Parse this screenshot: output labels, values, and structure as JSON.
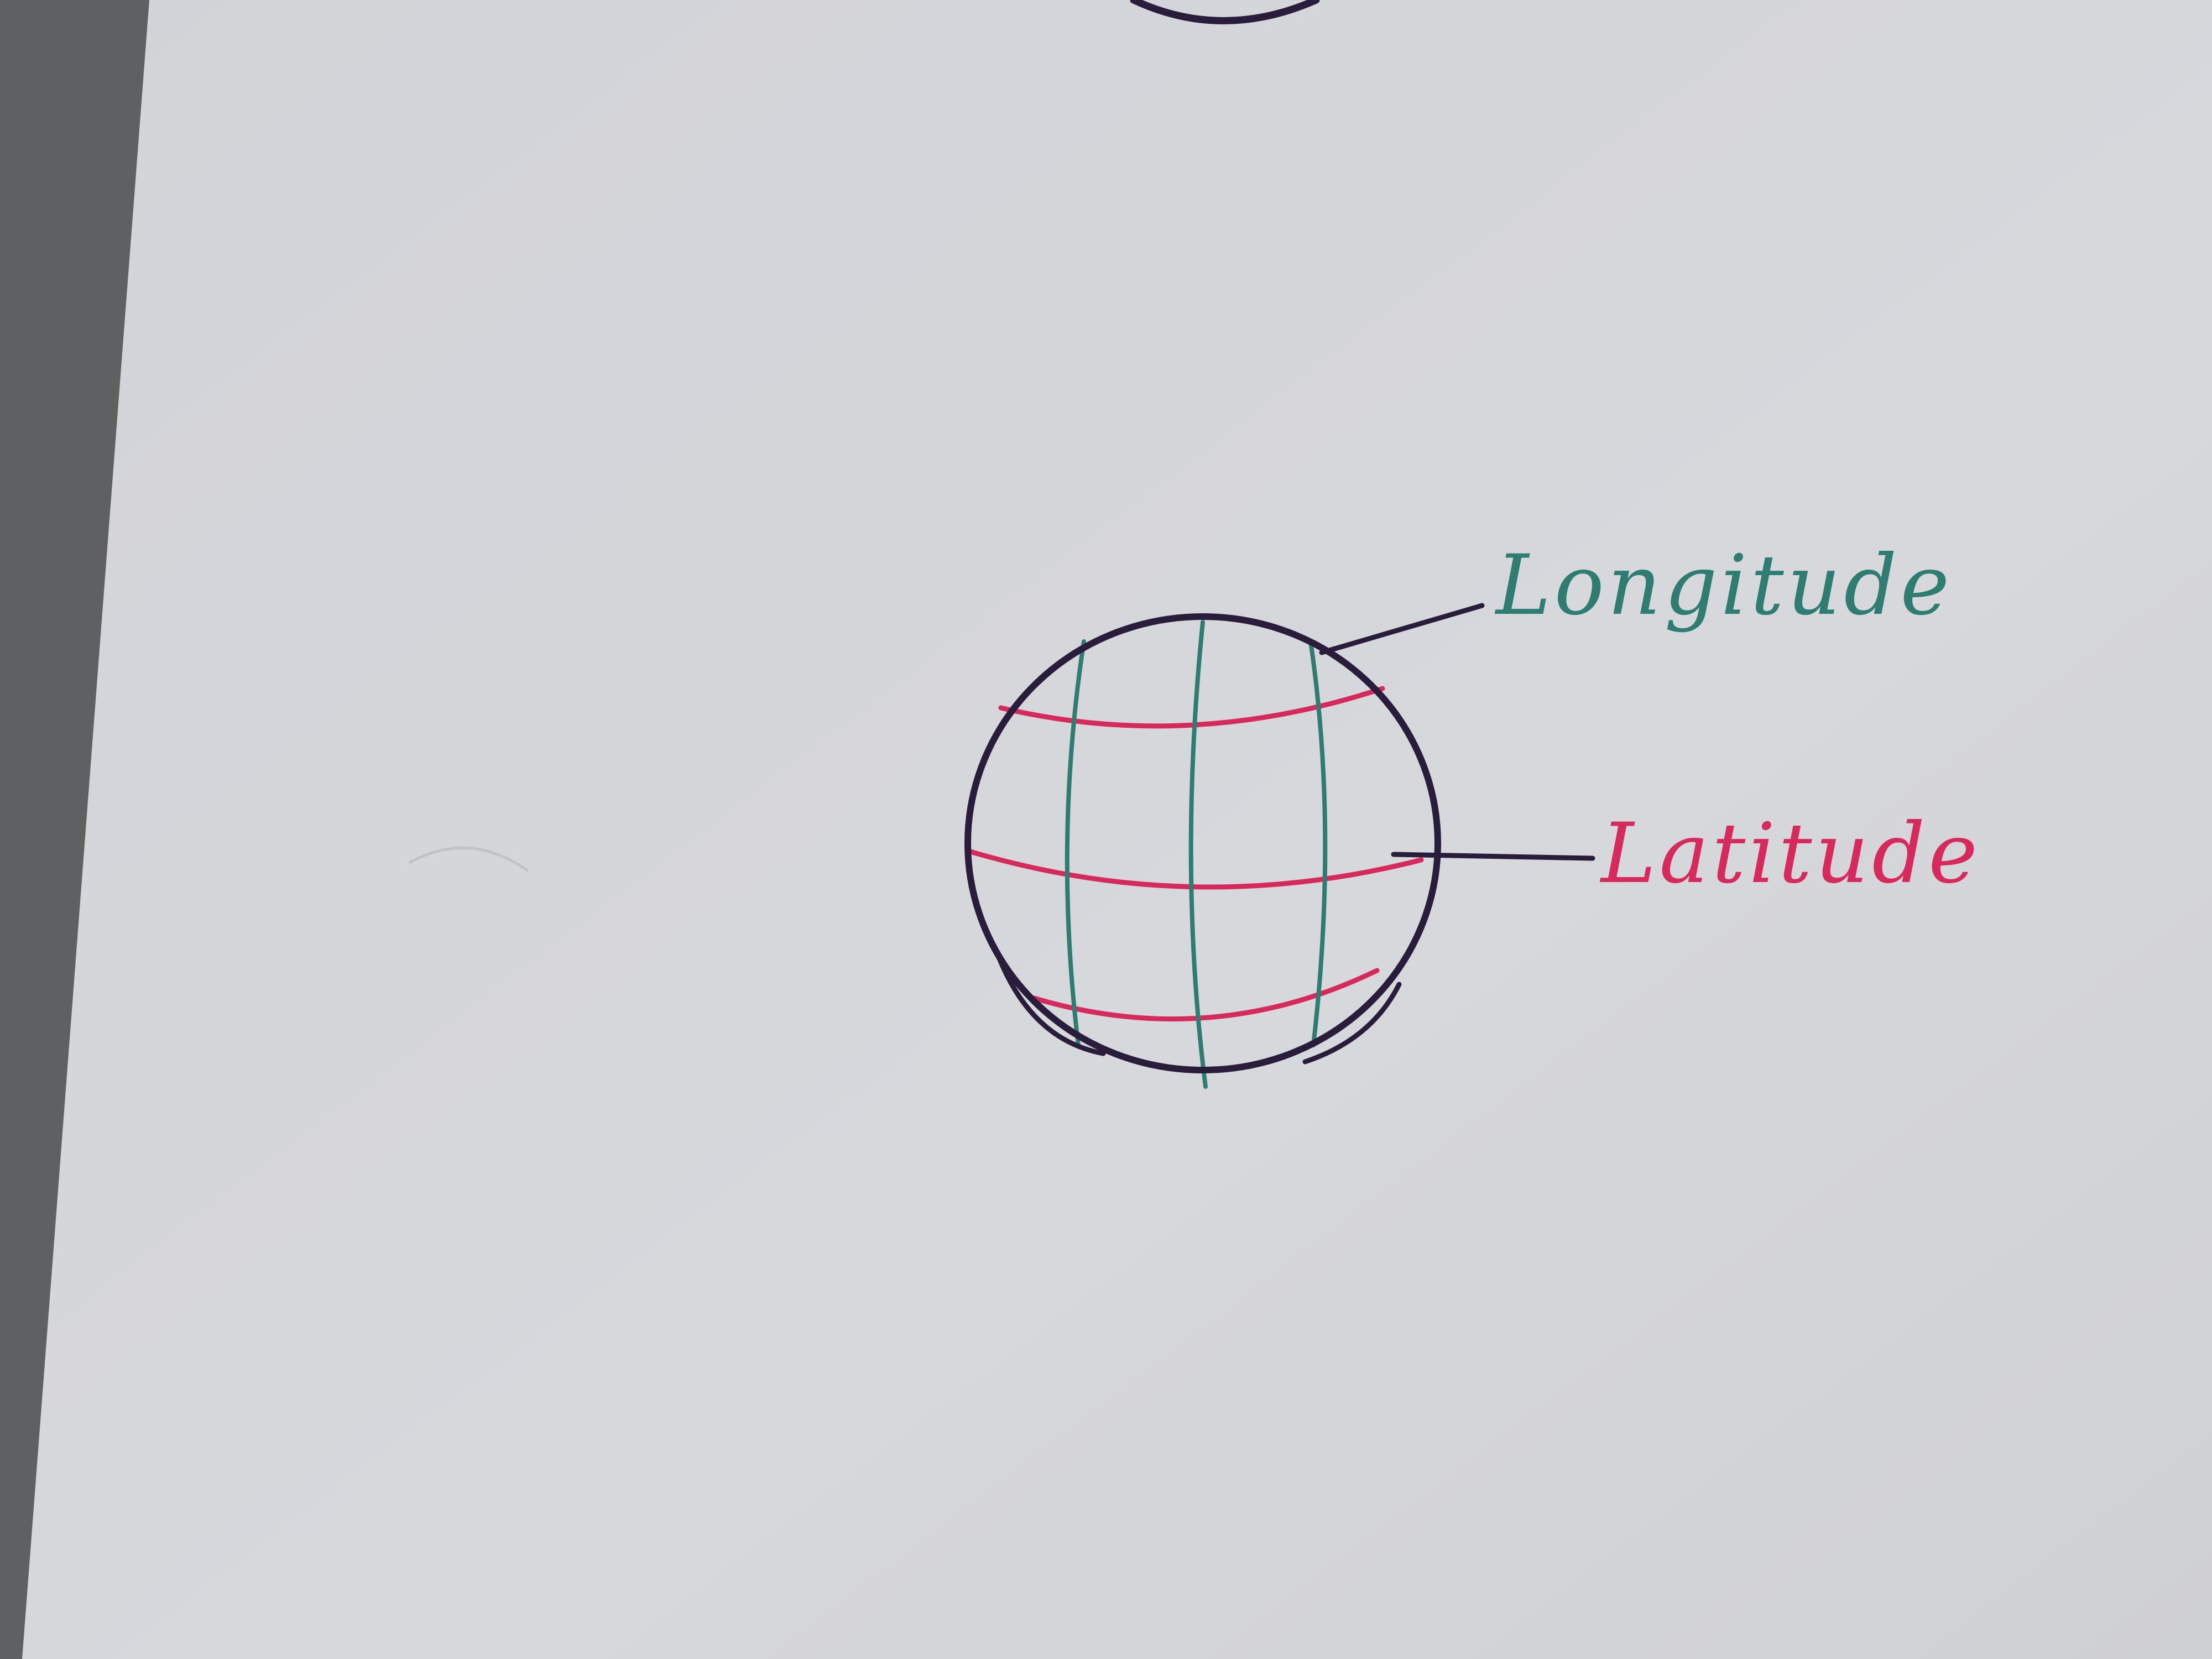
{
  "colors": {
    "desk": "#5f6062",
    "paper": "#d5d6da",
    "ink_outline": "#2a1d3c",
    "longitude_ink": "#2f7d72",
    "latitude_ink": "#d6295c"
  },
  "diagram": {
    "globe": {
      "longitude_line_count": 3,
      "latitude_line_count": 3
    },
    "labels": {
      "longitude": "Longitude",
      "latitude": "Latitude"
    }
  }
}
